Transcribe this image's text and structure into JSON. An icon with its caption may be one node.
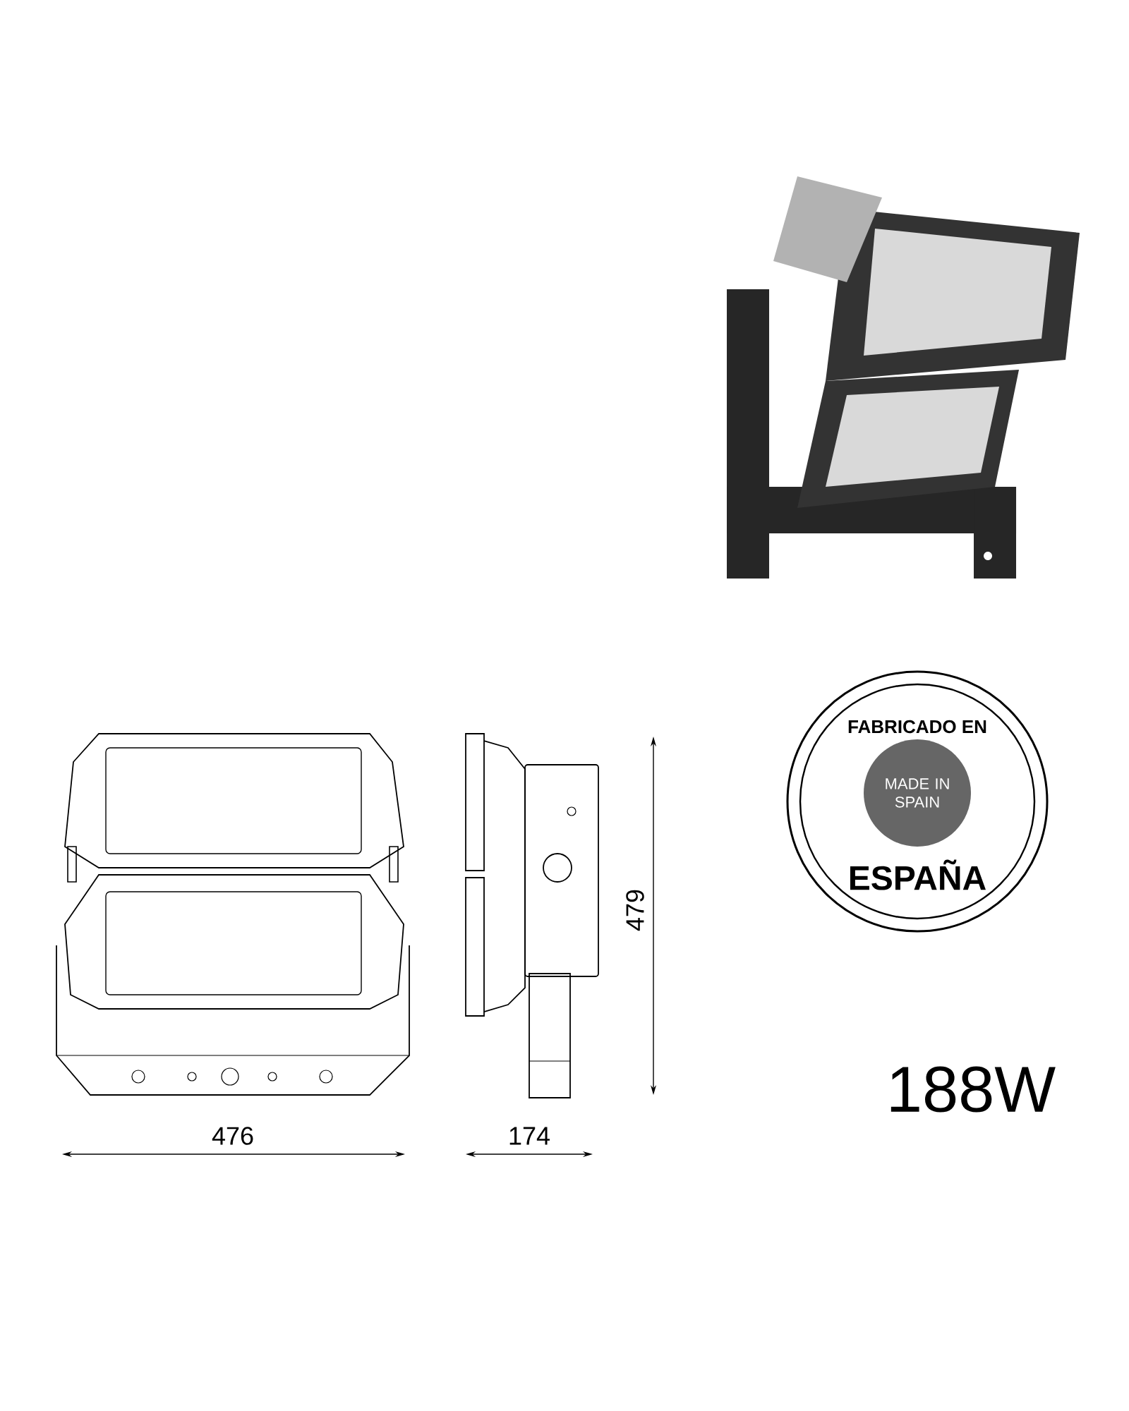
{
  "diagram": {
    "labels": [
      "FABRICADO EN",
      "MADE IN SPAIN",
      "ESPAÑA",
      "476",
      "174",
      "479",
      "188W"
    ]
  }
}
